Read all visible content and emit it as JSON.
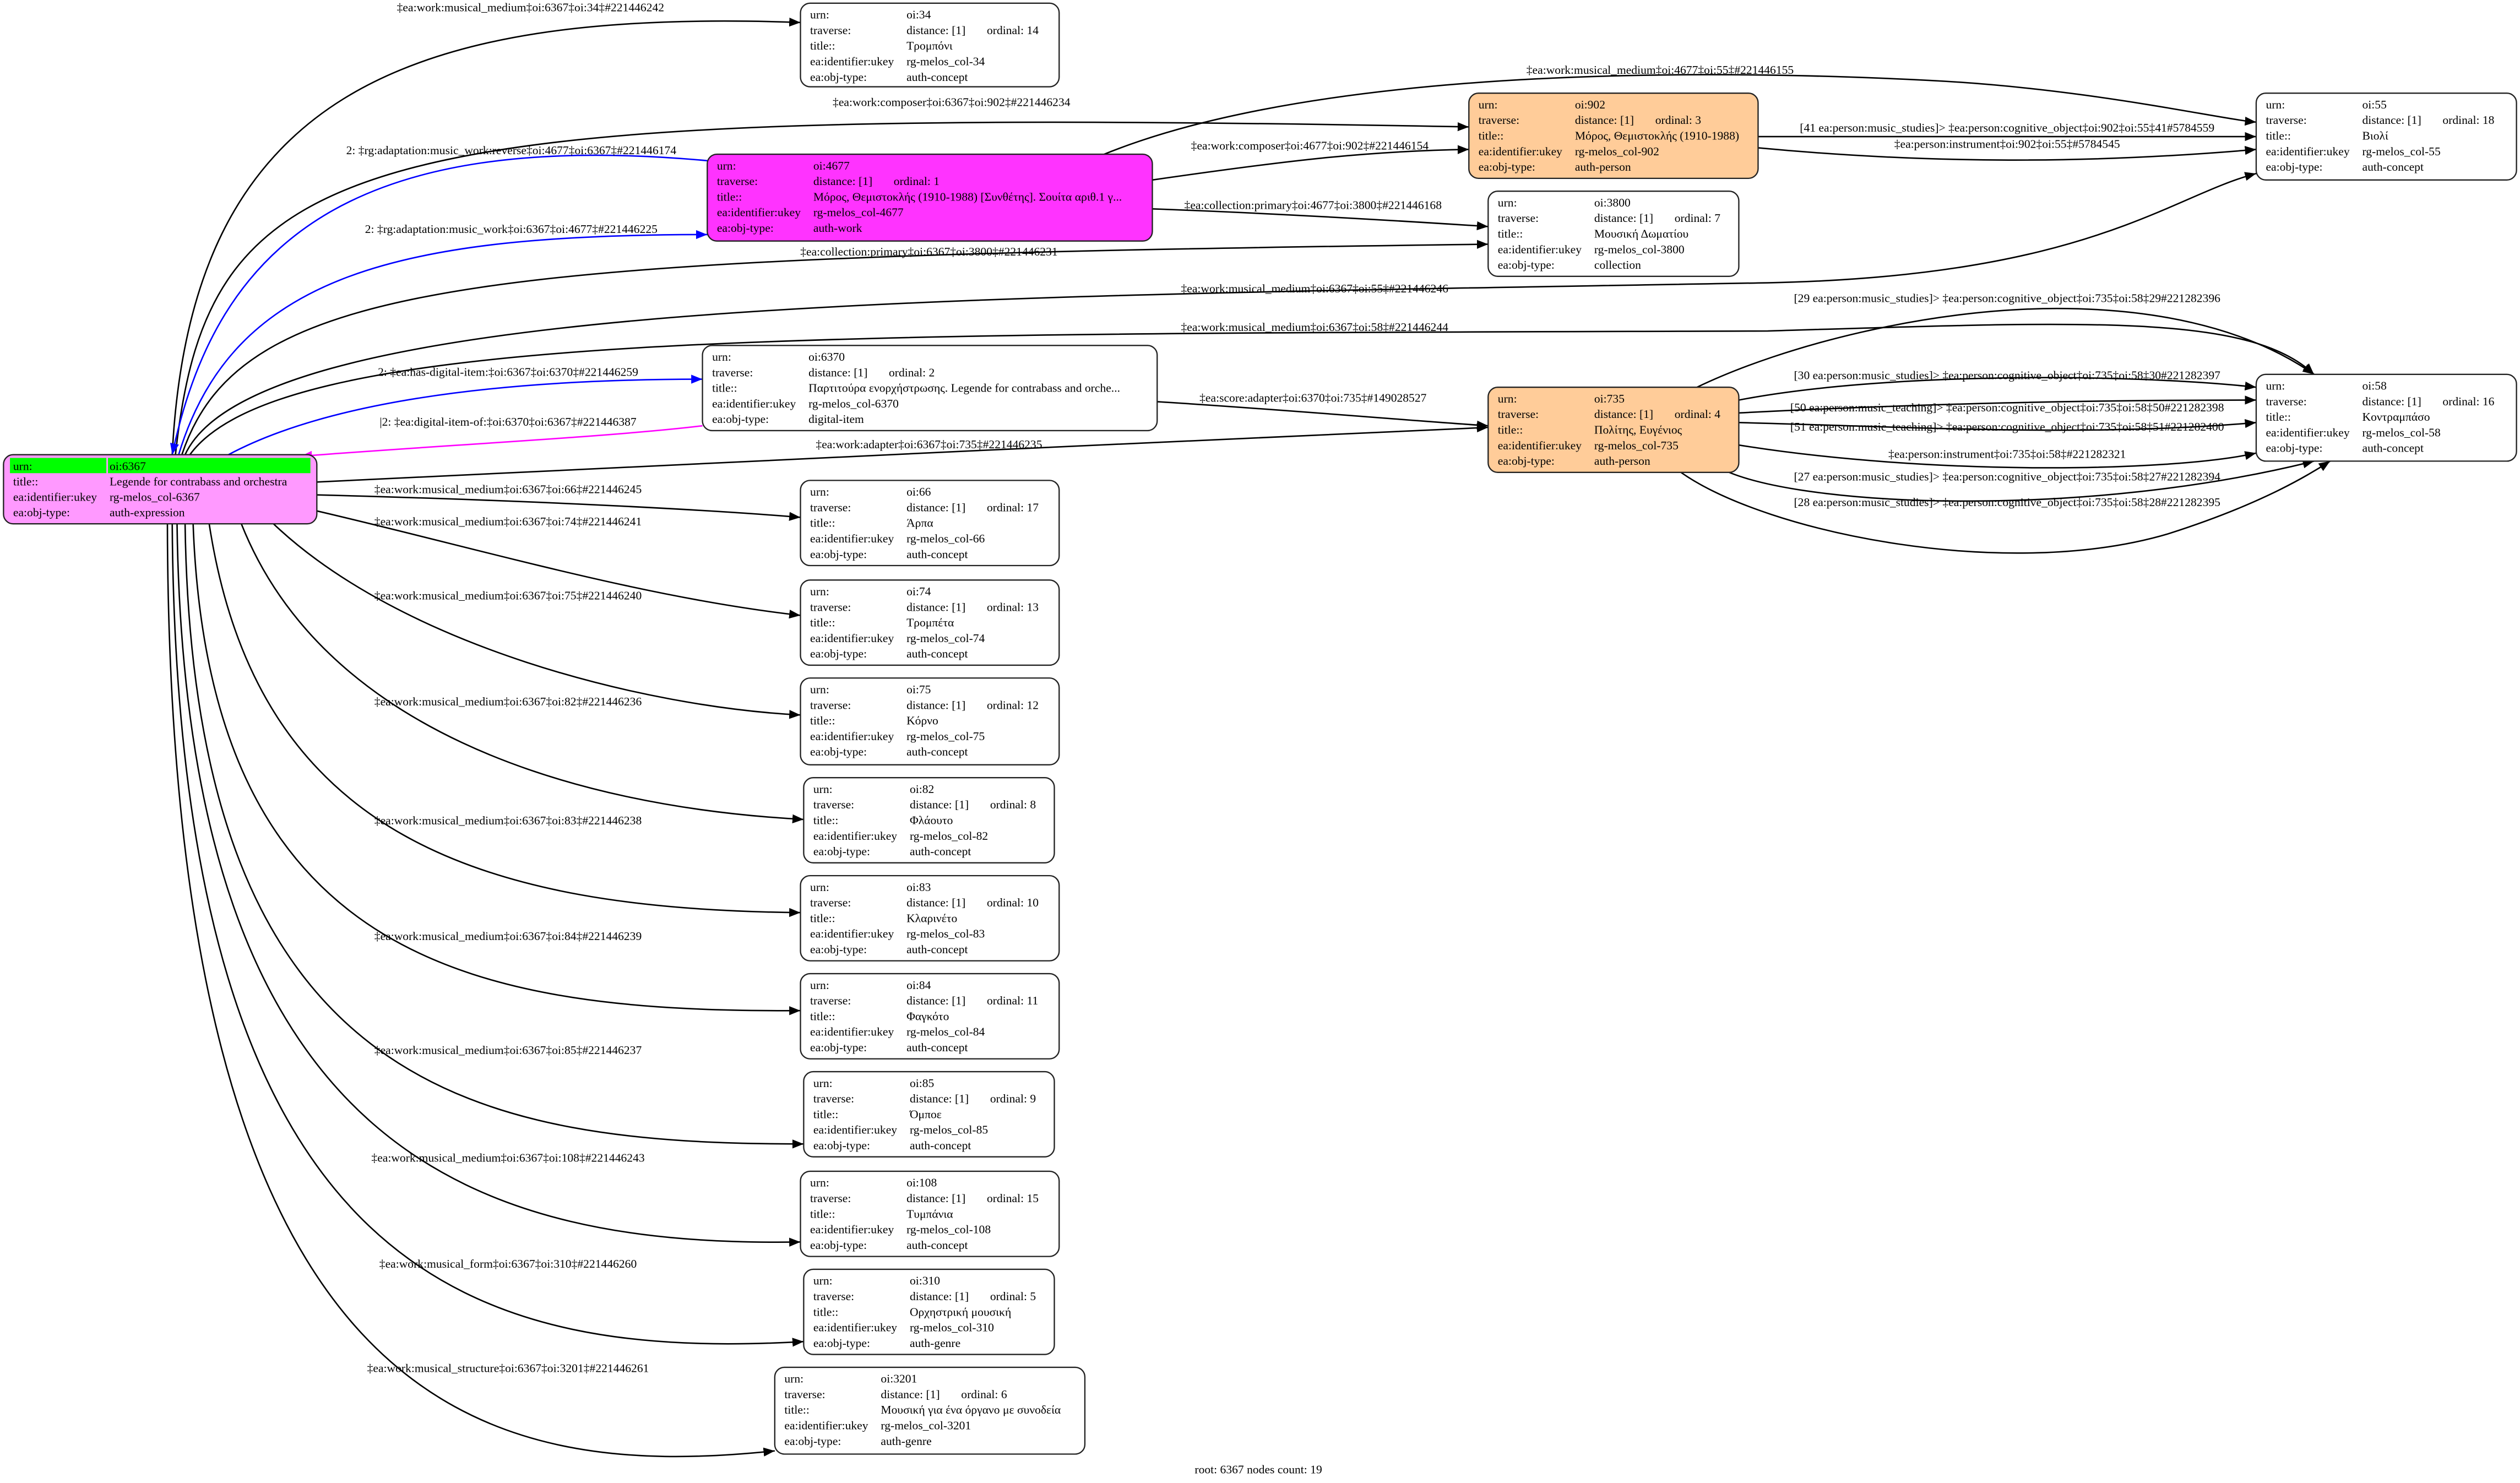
{
  "field_labels": {
    "urn": "urn:",
    "traverse": "traverse:",
    "title": "title::",
    "ukey": "ea:identifier:ukey",
    "obj_type": "ea:obj-type:"
  },
  "colors": {
    "root_fill": "#ff99ff",
    "root_highlight": "#00ff00",
    "work_fill": "#ff33ff",
    "person_fill": "#ffcc99",
    "default_fill": "#ffffff",
    "edge_default": "#000000",
    "edge_blue": "#0000ff",
    "edge_magenta": "#ff00ff"
  },
  "nodes": [
    {
      "id": "6367",
      "urn": "oi:6367",
      "traverse": null,
      "title": "Legende for contrabass and orchestra",
      "ukey": "rg-melos_col-6367",
      "obj_type": "auth-expression",
      "fill": "root_fill",
      "root": true
    },
    {
      "id": "34",
      "urn": "oi:34",
      "traverse": {
        "distance": "distance: [1]",
        "ordinal": "ordinal: 14"
      },
      "title": "Τρομπόνι",
      "ukey": "rg-melos_col-34",
      "obj_type": "auth-concept",
      "fill": "default_fill"
    },
    {
      "id": "4677",
      "urn": "oi:4677",
      "traverse": {
        "distance": "distance: [1]",
        "ordinal": "ordinal: 1"
      },
      "title": "Μόρος, Θεμιστοκλής (1910-1988) [Συνθέτης]. Σουίτα αριθ.1 γ...",
      "ukey": "rg-melos_col-4677",
      "obj_type": "auth-work",
      "fill": "work_fill"
    },
    {
      "id": "902",
      "urn": "oi:902",
      "traverse": {
        "distance": "distance: [1]",
        "ordinal": "ordinal: 3"
      },
      "title": "Μόρος, Θεμιστοκλής (1910-1988)",
      "ukey": "rg-melos_col-902",
      "obj_type": "auth-person",
      "fill": "person_fill"
    },
    {
      "id": "3800",
      "urn": "oi:3800",
      "traverse": {
        "distance": "distance: [1]",
        "ordinal": "ordinal: 7"
      },
      "title": "Μουσική Δωματίου",
      "ukey": "rg-melos_col-3800",
      "obj_type": "collection",
      "fill": "default_fill"
    },
    {
      "id": "55",
      "urn": "oi:55",
      "traverse": {
        "distance": "distance: [1]",
        "ordinal": "ordinal: 18"
      },
      "title": "Βιολί",
      "ukey": "rg-melos_col-55",
      "obj_type": "auth-concept",
      "fill": "default_fill"
    },
    {
      "id": "6370",
      "urn": "oi:6370",
      "traverse": {
        "distance": "distance: [1]",
        "ordinal": "ordinal: 2"
      },
      "title": "Παρτιτούρα ενορχήστρωσης. Legende for contrabass and orche...",
      "ukey": "rg-melos_col-6370",
      "obj_type": "digital-item",
      "fill": "default_fill"
    },
    {
      "id": "735",
      "urn": "oi:735",
      "traverse": {
        "distance": "distance: [1]",
        "ordinal": "ordinal: 4"
      },
      "title": "Πολίτης, Ευγένιος",
      "ukey": "rg-melos_col-735",
      "obj_type": "auth-person",
      "fill": "person_fill"
    },
    {
      "id": "58",
      "urn": "oi:58",
      "traverse": {
        "distance": "distance: [1]",
        "ordinal": "ordinal: 16"
      },
      "title": "Κοντραμπάσο",
      "ukey": "rg-melos_col-58",
      "obj_type": "auth-concept",
      "fill": "default_fill"
    },
    {
      "id": "66",
      "urn": "oi:66",
      "traverse": {
        "distance": "distance: [1]",
        "ordinal": "ordinal: 17"
      },
      "title": "Άρπα",
      "ukey": "rg-melos_col-66",
      "obj_type": "auth-concept",
      "fill": "default_fill"
    },
    {
      "id": "74",
      "urn": "oi:74",
      "traverse": {
        "distance": "distance: [1]",
        "ordinal": "ordinal: 13"
      },
      "title": "Τρομπέτα",
      "ukey": "rg-melos_col-74",
      "obj_type": "auth-concept",
      "fill": "default_fill"
    },
    {
      "id": "75",
      "urn": "oi:75",
      "traverse": {
        "distance": "distance: [1]",
        "ordinal": "ordinal: 12"
      },
      "title": "Κόρνο",
      "ukey": "rg-melos_col-75",
      "obj_type": "auth-concept",
      "fill": "default_fill"
    },
    {
      "id": "82",
      "urn": "oi:82",
      "traverse": {
        "distance": "distance: [1]",
        "ordinal": "ordinal: 8"
      },
      "title": "Φλάουτο",
      "ukey": "rg-melos_col-82",
      "obj_type": "auth-concept",
      "fill": "default_fill"
    },
    {
      "id": "83",
      "urn": "oi:83",
      "traverse": {
        "distance": "distance: [1]",
        "ordinal": "ordinal: 10"
      },
      "title": "Κλαρινέτο",
      "ukey": "rg-melos_col-83",
      "obj_type": "auth-concept",
      "fill": "default_fill"
    },
    {
      "id": "84",
      "urn": "oi:84",
      "traverse": {
        "distance": "distance: [1]",
        "ordinal": "ordinal: 11"
      },
      "title": "Φαγκότο",
      "ukey": "rg-melos_col-84",
      "obj_type": "auth-concept",
      "fill": "default_fill"
    },
    {
      "id": "85",
      "urn": "oi:85",
      "traverse": {
        "distance": "distance: [1]",
        "ordinal": "ordinal: 9"
      },
      "title": "Όμποε",
      "ukey": "rg-melos_col-85",
      "obj_type": "auth-concept",
      "fill": "default_fill"
    },
    {
      "id": "108",
      "urn": "oi:108",
      "traverse": {
        "distance": "distance: [1]",
        "ordinal": "ordinal: 15"
      },
      "title": "Τυμπάνια",
      "ukey": "rg-melos_col-108",
      "obj_type": "auth-concept",
      "fill": "default_fill"
    },
    {
      "id": "310",
      "urn": "oi:310",
      "traverse": {
        "distance": "distance: [1]",
        "ordinal": "ordinal: 5"
      },
      "title": "Ορχηστρική μουσική",
      "ukey": "rg-melos_col-310",
      "obj_type": "auth-genre",
      "fill": "default_fill"
    },
    {
      "id": "3201",
      "urn": "oi:3201",
      "traverse": {
        "distance": "distance: [1]",
        "ordinal": "ordinal: 6"
      },
      "title": "Μουσική για ένα όργανο με συνοδεία",
      "ukey": "rg-melos_col-3201",
      "obj_type": "auth-genre",
      "fill": "default_fill"
    }
  ],
  "edges": [
    {
      "from": "6367",
      "to": "34",
      "label": "‡ea:work:musical_medium‡oi:6367‡oi:34‡#221446242",
      "color": "edge_default"
    },
    {
      "from": "6367",
      "to": "902",
      "label": "‡ea:work:composer‡oi:6367‡oi:902‡#221446234",
      "color": "edge_default"
    },
    {
      "from": "4677",
      "to": "6367",
      "label": "2: ‡rg:adaptation:music_work:reverse‡oi:4677‡oi:6367‡#221446174",
      "color": "edge_blue"
    },
    {
      "from": "6367",
      "to": "4677",
      "label": "2: ‡rg:adaptation:music_work‡oi:6367‡oi:4677‡#221446225",
      "color": "edge_blue"
    },
    {
      "from": "6367",
      "to": "3800",
      "label": "‡ea:collection:primary‡oi:6367‡oi:3800‡#221446231",
      "color": "edge_default"
    },
    {
      "from": "6367",
      "to": "55",
      "label": "‡ea:work:musical_medium‡oi:6367‡oi:55‡#221446246",
      "color": "edge_default"
    },
    {
      "from": "6367",
      "to": "58",
      "label": "‡ea:work:musical_medium‡oi:6367‡oi:58‡#221446244",
      "color": "edge_default"
    },
    {
      "from": "6367",
      "to": "6370",
      "label": "2: ‡ea:has-digital-item:‡oi:6367‡oi:6370‡#221446259",
      "color": "edge_blue"
    },
    {
      "from": "6370",
      "to": "6367",
      "label": "|2: ‡ea:digital-item-of:‡oi:6370‡oi:6367‡#221446387",
      "color": "edge_magenta"
    },
    {
      "from": "6367",
      "to": "735",
      "label": "‡ea:work:adapter‡oi:6367‡oi:735‡#221446235",
      "color": "edge_default"
    },
    {
      "from": "6367",
      "to": "66",
      "label": "‡ea:work:musical_medium‡oi:6367‡oi:66‡#221446245",
      "color": "edge_default"
    },
    {
      "from": "6367",
      "to": "74",
      "label": "‡ea:work:musical_medium‡oi:6367‡oi:74‡#221446241",
      "color": "edge_default"
    },
    {
      "from": "6367",
      "to": "75",
      "label": "‡ea:work:musical_medium‡oi:6367‡oi:75‡#221446240",
      "color": "edge_default"
    },
    {
      "from": "6367",
      "to": "82",
      "label": "‡ea:work:musical_medium‡oi:6367‡oi:82‡#221446236",
      "color": "edge_default"
    },
    {
      "from": "6367",
      "to": "83",
      "label": "‡ea:work:musical_medium‡oi:6367‡oi:83‡#221446238",
      "color": "edge_default"
    },
    {
      "from": "6367",
      "to": "84",
      "label": "‡ea:work:musical_medium‡oi:6367‡oi:84‡#221446239",
      "color": "edge_default"
    },
    {
      "from": "6367",
      "to": "85",
      "label": "‡ea:work:musical_medium‡oi:6367‡oi:85‡#221446237",
      "color": "edge_default"
    },
    {
      "from": "6367",
      "to": "108",
      "label": "‡ea:work:musical_medium‡oi:6367‡oi:108‡#221446243",
      "color": "edge_default"
    },
    {
      "from": "6367",
      "to": "310",
      "label": "‡ea:work:musical_form‡oi:6367‡oi:310‡#221446260",
      "color": "edge_default"
    },
    {
      "from": "6367",
      "to": "3201",
      "label": "‡ea:work:musical_structure‡oi:6367‡oi:3201‡#221446261",
      "color": "edge_default"
    },
    {
      "from": "4677",
      "to": "902",
      "label": "‡ea:work:composer‡oi:4677‡oi:902‡#221446154",
      "color": "edge_default"
    },
    {
      "from": "4677",
      "to": "55",
      "label": "‡ea:work:musical_medium‡oi:4677‡oi:55‡#221446155",
      "color": "edge_default"
    },
    {
      "from": "4677",
      "to": "3800",
      "label": "‡ea:collection:primary‡oi:4677‡oi:3800‡#221446168",
      "color": "edge_default"
    },
    {
      "from": "902",
      "to": "55",
      "label": "[41 ea:person:music_studies]> ‡ea:person:cognitive_object‡oi:902‡oi:55‡41#5784559",
      "color": "edge_default"
    },
    {
      "from": "902",
      "to": "55",
      "label": "‡ea:person:instrument‡oi:902‡oi:55‡#5784545",
      "color": "edge_default"
    },
    {
      "from": "6370",
      "to": "735",
      "label": "‡ea:score:adapter‡oi:6370‡oi:735‡#149028527",
      "color": "edge_default"
    },
    {
      "from": "735",
      "to": "58",
      "label": "[29 ea:person:music_studies]> ‡ea:person:cognitive_object‡oi:735‡oi:58‡29#221282396",
      "color": "edge_default"
    },
    {
      "from": "735",
      "to": "58",
      "label": "[30 ea:person:music_studies]> ‡ea:person:cognitive_object‡oi:735‡oi:58‡30#221282397",
      "color": "edge_default"
    },
    {
      "from": "735",
      "to": "58",
      "label": "[50 ea:person:music_teaching]> ‡ea:person:cognitive_object‡oi:735‡oi:58‡50#221282398",
      "color": "edge_default"
    },
    {
      "from": "735",
      "to": "58",
      "label": "[51 ea:person:music_teaching]> ‡ea:person:cognitive_object‡oi:735‡oi:58‡51#221282400",
      "color": "edge_default"
    },
    {
      "from": "735",
      "to": "58",
      "label": "‡ea:person:instrument‡oi:735‡oi:58‡#221282321",
      "color": "edge_default"
    },
    {
      "from": "735",
      "to": "58",
      "label": "[27 ea:person:music_studies]> ‡ea:person:cognitive_object‡oi:735‡oi:58‡27#221282394",
      "color": "edge_default"
    },
    {
      "from": "735",
      "to": "58",
      "label": "[28 ea:person:music_studies]> ‡ea:person:cognitive_object‡oi:735‡oi:58‡28#221282395",
      "color": "edge_default"
    }
  ],
  "footer": "root: 6367 nodes count: 19"
}
